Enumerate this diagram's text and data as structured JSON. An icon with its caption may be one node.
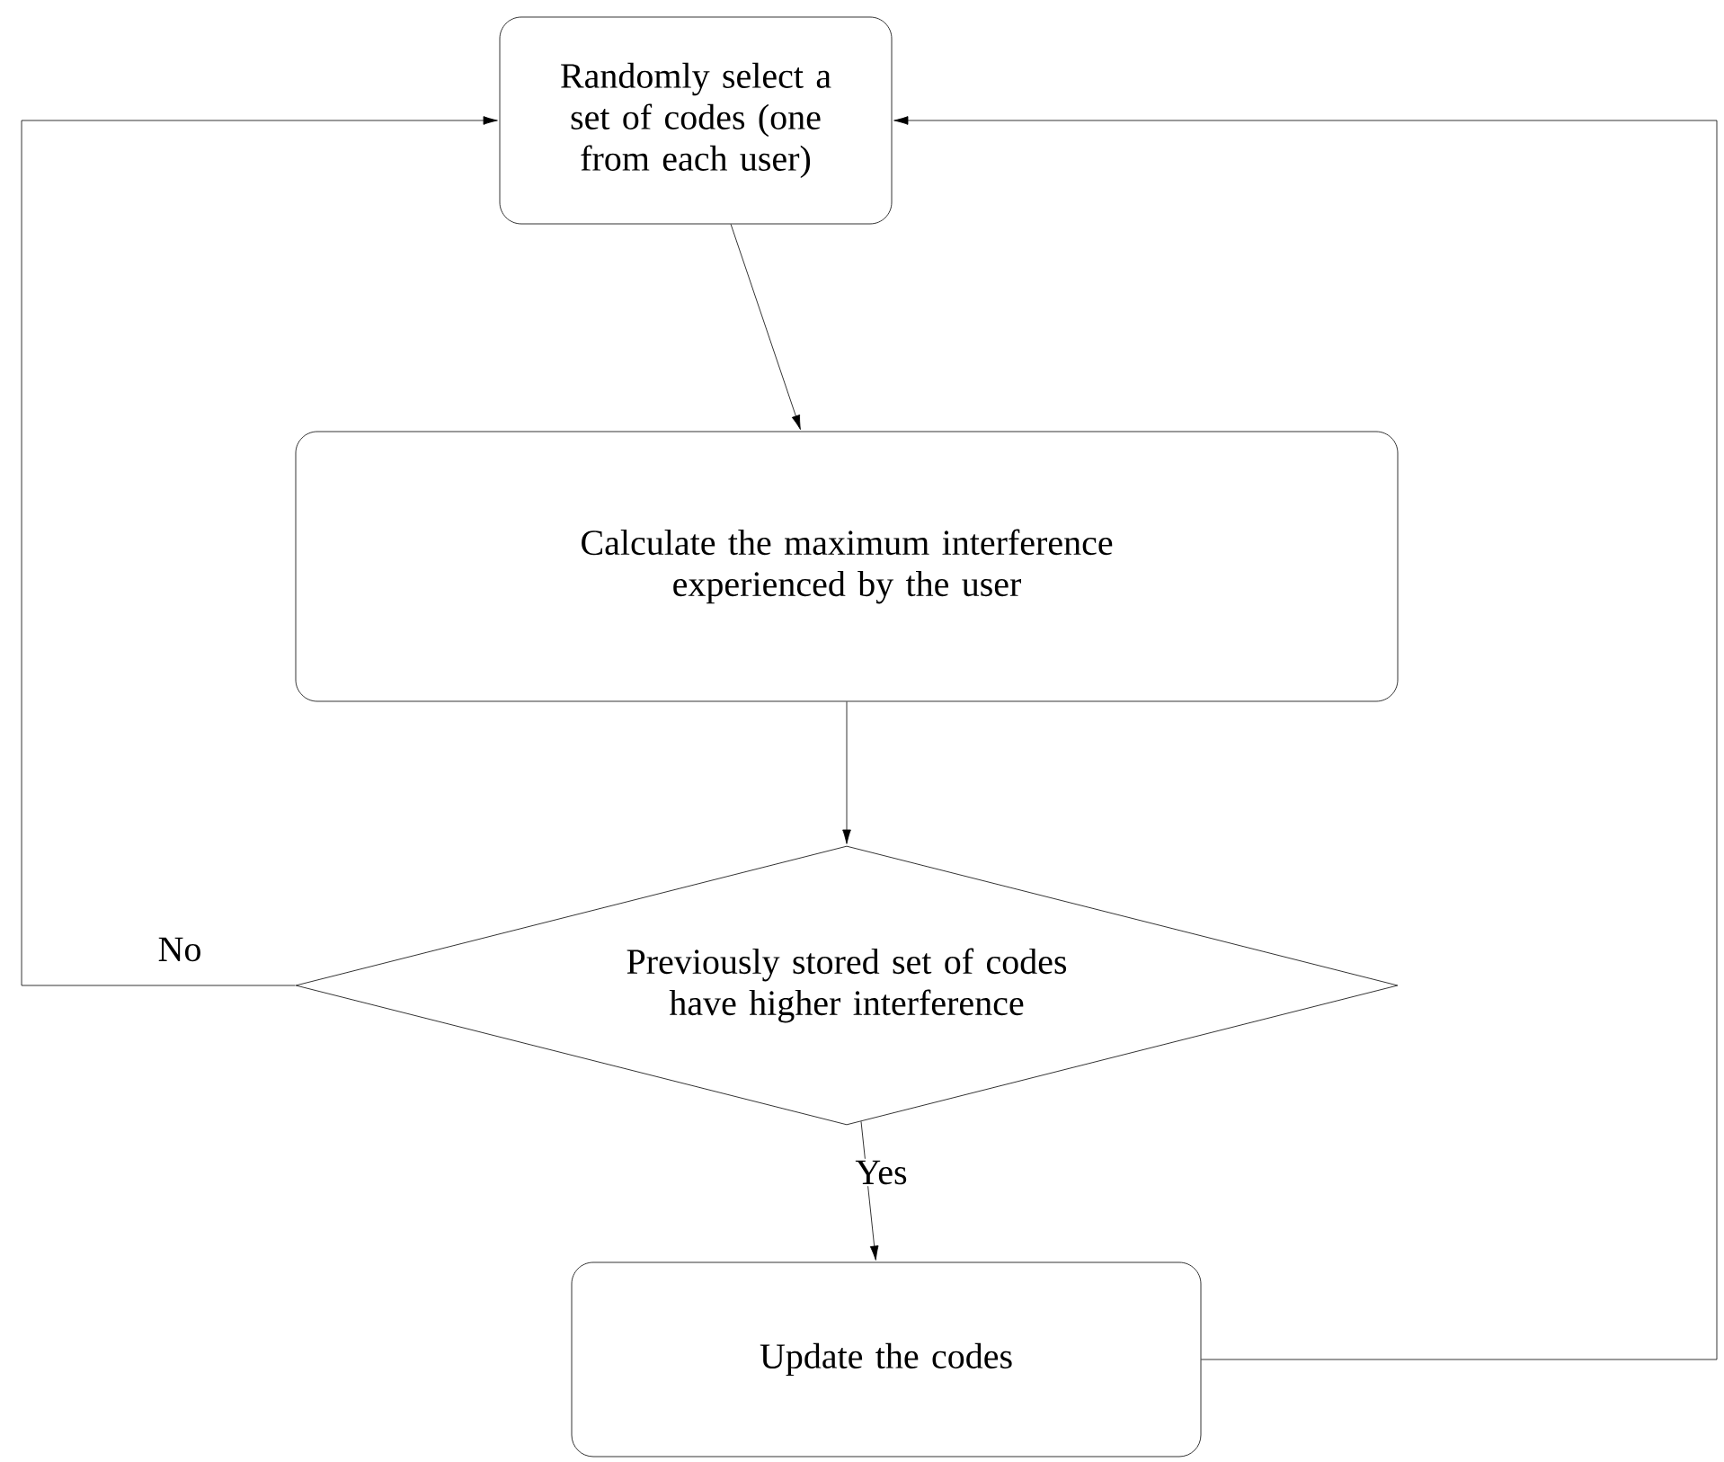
{
  "diagram": {
    "nodes": [
      {
        "text": [
          "Randomly select a set of codes (one from each user)"
        ]
      },
      {
        "text": [
          "Calculate the maximum interference experienced by the user"
        ]
      },
      {
        "text": [
          "Previously stored set of codes have higher interference"
        ]
      },
      {
        "text": [
          "Update the codes"
        ]
      }
    ],
    "edges": [
      {
        "from": 0,
        "to": 1,
        "arrow": "to"
      },
      {
        "from": 1,
        "to": 2,
        "arrow": "to"
      },
      {
        "from": 2,
        "to": 3,
        "arrow": "to",
        "label": "Yes"
      },
      {
        "from": 2,
        "to": 0,
        "arrow": "to",
        "label": "No"
      },
      {
        "from": 3,
        "to": 0,
        "arrow": "to"
      }
    ]
  }
}
